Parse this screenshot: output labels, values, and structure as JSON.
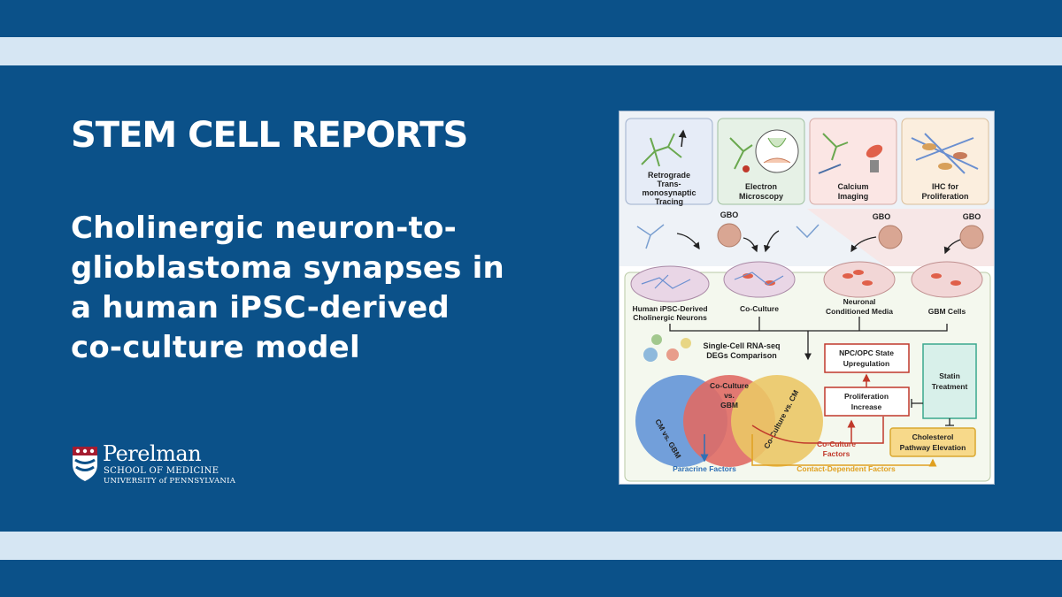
{
  "journal": "STEM CELL REPORTS",
  "headline": {
    "lines": [
      "Cholinergic neuron-to-",
      "glioblastoma synapses in",
      "a human iPSC-derived",
      "co-culture model"
    ]
  },
  "logo": {
    "name": "Perelman",
    "school": "SCHOOL OF MEDICINE",
    "university": "UNIVERSITY of PENNSYLVANIA"
  },
  "figure": {
    "top_boxes": [
      {
        "lines": [
          "Retrograde",
          "Trans-",
          "monosynaptic",
          "Tracing"
        ]
      },
      {
        "lines": [
          "Electron",
          "Microscopy"
        ]
      },
      {
        "lines": [
          "Calcium",
          "Imaging"
        ]
      },
      {
        "lines": [
          "IHC for",
          "Proliferation"
        ]
      }
    ],
    "gbo_label": "GBO",
    "dishes": [
      {
        "lines": [
          "Human iPSC-Derived",
          "Cholinergic Neurons"
        ]
      },
      {
        "lines": [
          "Co-Culture"
        ]
      },
      {
        "lines": [
          "Neuronal",
          "Conditioned Media"
        ]
      },
      {
        "lines": [
          "GBM Cells"
        ]
      }
    ],
    "scrna": [
      "Single-Cell RNA-seq",
      "DEGs Comparison"
    ],
    "venn": {
      "left": "CM vs. GBM",
      "middle": [
        "Co-Culture",
        "vs.",
        "GBM"
      ],
      "right": "Co-Culture vs. CM"
    },
    "boxes": {
      "npc": [
        "NPC/OPC State",
        "Upregulation"
      ],
      "prolif": [
        "Proliferation",
        "Increase"
      ],
      "statin": [
        "Statin",
        "Treatment"
      ],
      "chol": [
        "Cholesterol",
        "Pathway Elevation"
      ]
    },
    "factors": {
      "coculture": [
        "Co-Culture",
        "Factors"
      ],
      "paracrine": "Paracrine Factors",
      "contact": "Contact-Dependent Factors"
    }
  }
}
